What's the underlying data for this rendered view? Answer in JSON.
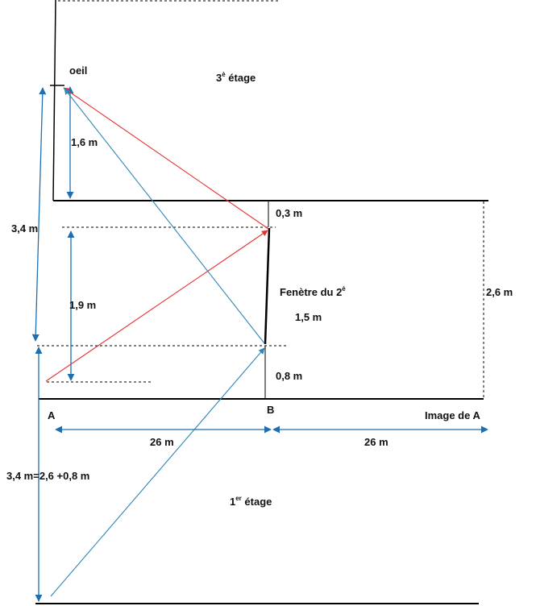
{
  "colors": {
    "structure": "#000000",
    "ray_red": "#e8312f",
    "ray_blue": "#2f86b8",
    "dimension": "#1f6fb0",
    "dashed": "#000000"
  },
  "labels": {
    "eye": "oeil",
    "floor3_main": "3",
    "floor3_sup": "è",
    "floor3_rest": " étage",
    "floor1_main": "1",
    "floor1_sup": "er",
    "floor1_rest": " étage",
    "window_main": "Fenètre du 2",
    "window_sup": "è",
    "point_a": "A",
    "point_b": "B",
    "image_a": "Image de A"
  },
  "measures": {
    "eye_height": "1,6 m",
    "eye_to_window_bottom": "3,4 m",
    "window_top_gap": "0,3 m",
    "mirror_span": "1,9 m",
    "window_height": "1,5 m",
    "sill_height": "0,8 m",
    "floor_height": "2,6 m",
    "dist_a_b": "26 m",
    "dist_b_image": "26 m",
    "lower_total": "3,4 m=2,6 +0,8 m"
  }
}
